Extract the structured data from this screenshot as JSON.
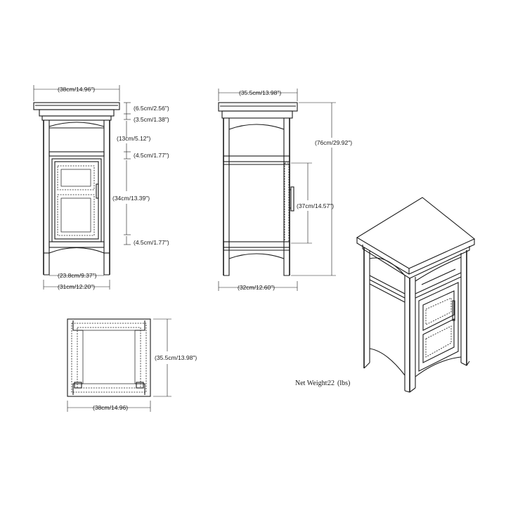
{
  "front_view": {
    "top_width": "(38cm/14.96\")",
    "crown_height": "(6.5cm/2.56\")",
    "top_board_height": "(3.5cm/1.38\")",
    "shelf_gap": "(13cm/5.12\")",
    "door_top_gap": "(4.5cm/1.77\")",
    "door_height": "(34cm/13.39\")",
    "door_bottom_gap": "(4.5cm/1.77\")",
    "inner_width": "(23.8cm/9.37\")",
    "base_width": "(31cm/12.20\")"
  },
  "side_view": {
    "top_depth": "(35.5cm/13.98\")",
    "total_height": "(76cm/29.92\")",
    "door_opening": "(37cm/14.57\")",
    "base_depth": "(32cm/12.60\")"
  },
  "top_view": {
    "depth": "(35.5cm/13.98\")",
    "width": "(38cm/14.96)"
  },
  "info": {
    "net_weight_label": "Net Weight:",
    "net_weight_value": "22",
    "net_weight_unit": "(lbs)"
  }
}
